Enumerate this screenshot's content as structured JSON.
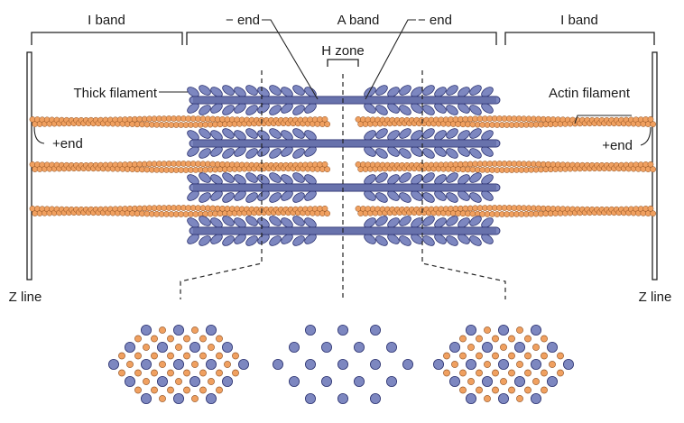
{
  "labels": {
    "i_band_left": "I band",
    "a_band": "A band",
    "i_band_right": "I band",
    "minus_end_left": "− end",
    "minus_end_right": "− end",
    "h_zone": "H zone",
    "thick_filament": "Thick filament",
    "actin_filament": "Actin filament",
    "plus_end_left": "+end",
    "plus_end_right": "+end",
    "z_line_left": "Z line",
    "z_line_right": "Z line"
  },
  "colors": {
    "actin": "#f0a060",
    "actin_stroke": "#8a4a1a",
    "myosin": "#7d87c0",
    "myosin_stroke": "#2b3270",
    "line": "#222222"
  }
}
